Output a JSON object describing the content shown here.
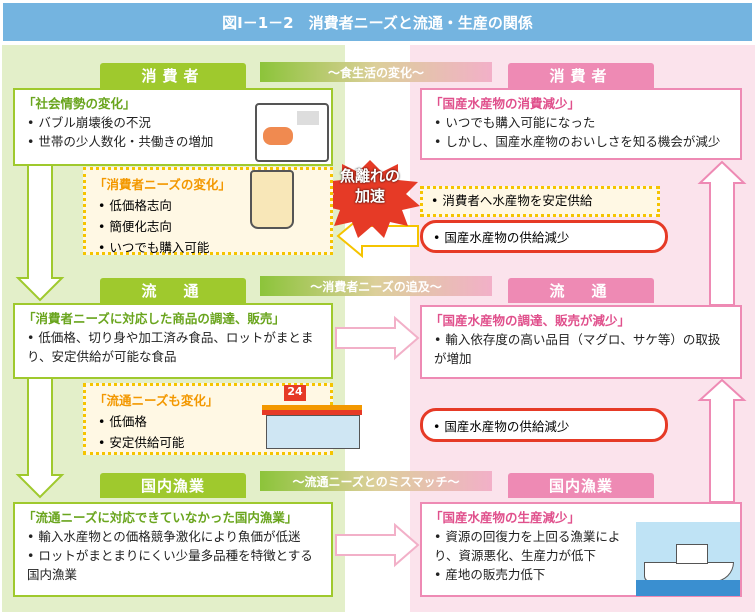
{
  "title": "図Ⅰ－1－2　消費者ニーズと流通・生産の関係",
  "bands": [
    "～食生活の変化～",
    "～消費者ニーズの追及～",
    "～流通ニーズとのミスマッチ～"
  ],
  "left": {
    "tabs": [
      "消費者",
      "流　通",
      "国内漁業"
    ],
    "box1": {
      "heading": "「社会情勢の変化」",
      "items": [
        "• バブル崩壊後の不況",
        "• 世帯の少人数化・共働きの増加"
      ]
    },
    "needs1": {
      "heading": "「消費者ニーズの変化」",
      "items": [
        "• 低価格志向",
        "• 簡便化志向",
        "• いつでも購入可能"
      ]
    },
    "box2": {
      "heading": "「消費者ニーズに対応した商品の調達、販売」",
      "items": [
        "• 低価格、切り身や加工済み食品、ロットがまとまり、安定供給が可能な食品"
      ]
    },
    "needs2": {
      "heading": "「流通ニーズも変化」",
      "items": [
        "• 低価格",
        "• 安定供給可能"
      ]
    },
    "box3": {
      "heading": "「流通ニーズに対応できていなかった国内漁業」",
      "items": [
        "• 輸入水産物との価格競争激化により魚価が低迷",
        "• ロットがまとまりにくい少量多品種を特徴とする国内漁業"
      ]
    }
  },
  "right": {
    "tabs": [
      "消費者",
      "流　通",
      "国内漁業"
    ],
    "box1": {
      "heading": "「国産水産物の消費減少」",
      "items": [
        "• いつでも購入可能になった",
        "• しかし、国産水産物のおいしさを知る機会が減少"
      ]
    },
    "supply": "• 消費者へ水産物を安定供給",
    "decrease1": "• 国産水産物の供給減少",
    "box2": {
      "heading": "「国産水産物の調達、販売が減少」",
      "items": [
        "• 輸入依存度の高い品目（マグロ、サケ等）の取扱が増加"
      ]
    },
    "decrease2": "• 国産水産物の供給減少",
    "box3": {
      "heading": "「国産水産物の生産減少」",
      "items": [
        "• 資源の回復力を上回る漁業により、資源悪化、生産力が低下",
        "• 産地の販売力低下"
      ]
    }
  },
  "burst": [
    "魚離れの",
    "加速"
  ],
  "store_sign": "24"
}
